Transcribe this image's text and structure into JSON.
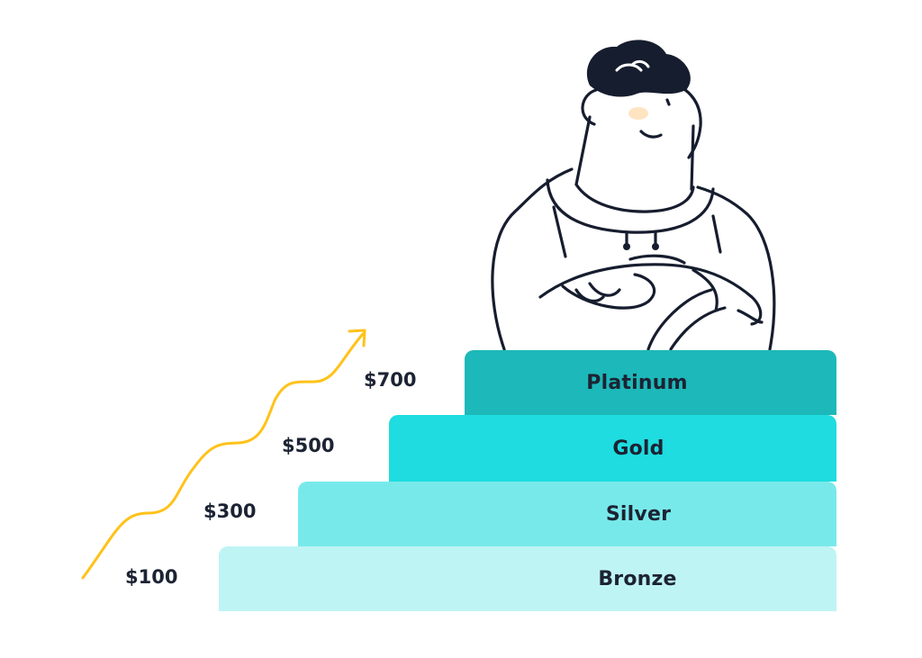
{
  "tiers": [
    {
      "name": "Bronze",
      "price": "$100",
      "color": "#bff4f4"
    },
    {
      "name": "Silver",
      "price": "$300",
      "color": "#78e9ea"
    },
    {
      "name": "Gold",
      "price": "$500",
      "color": "#1edce0"
    },
    {
      "name": "Platinum",
      "price": "$700",
      "color": "#1db8b9"
    }
  ],
  "colors": {
    "arrow": "#ffc21a",
    "outline": "#161d2e",
    "hair": "#161d2e",
    "cheek": "#ffe4c2",
    "text": "#1c2333"
  },
  "icons": {
    "arrow": "trend-up-arrow-icon",
    "character": "person-arms-crossed-illustration"
  }
}
